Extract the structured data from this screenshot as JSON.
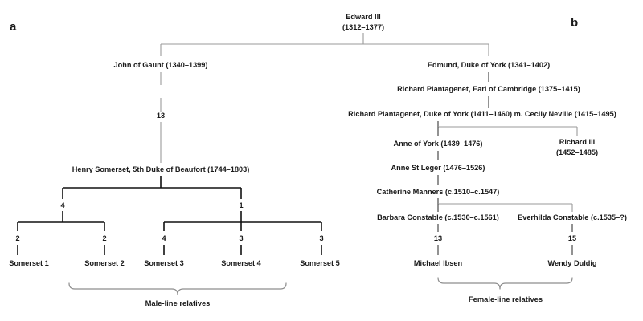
{
  "figure": {
    "panels": [
      {
        "letter": "a",
        "caption": "Male-line relatives"
      },
      {
        "letter": "b",
        "caption": "Female-line relatives"
      }
    ],
    "root": {
      "name": "Edward III",
      "dates": "(1312–1377)"
    },
    "male_line": {
      "nodes": [
        {
          "id": "john-of-gaunt",
          "label": "John of Gaunt (1340–1399)"
        },
        {
          "id": "henry-somerset",
          "label": "Henry Somerset, 5th Duke of Beaufort (1744–1803)"
        }
      ],
      "generation_counts": [
        {
          "id": "gaunt-to-beaufort",
          "value": "13"
        },
        {
          "id": "beaufort-branch-left",
          "value": "4"
        },
        {
          "id": "beaufort-branch-right",
          "value": "1"
        },
        {
          "id": "somerset-1-count",
          "value": "2"
        },
        {
          "id": "somerset-2-count",
          "value": "2"
        },
        {
          "id": "somerset-3-count",
          "value": "4"
        },
        {
          "id": "somerset-4-count",
          "value": "3"
        },
        {
          "id": "somerset-5-count",
          "value": "3"
        }
      ],
      "leaves": [
        {
          "id": "somerset-1",
          "label": "Somerset 1"
        },
        {
          "id": "somerset-2",
          "label": "Somerset 2"
        },
        {
          "id": "somerset-3",
          "label": "Somerset 3"
        },
        {
          "id": "somerset-4",
          "label": "Somerset 4"
        },
        {
          "id": "somerset-5",
          "label": "Somerset 5"
        }
      ]
    },
    "female_line": {
      "nodes": [
        {
          "id": "edmund-york",
          "label": "Edmund, Duke of York (1341–1402)"
        },
        {
          "id": "richard-cambridge",
          "label": "Richard Plantagenet, Earl of Cambridge (1375–1415)"
        },
        {
          "id": "richard-york",
          "label": "Richard Plantagenet, Duke of York (1411–1460) m. Cecily Neville (1415–1495)"
        },
        {
          "id": "anne-of-york",
          "label": "Anne of York (1439–1476)"
        },
        {
          "id": "anne-st-leger",
          "label": "Anne St Leger (1476–1526)"
        },
        {
          "id": "catherine-manners",
          "label": "Catherine Manners (c.1510–c.1547)"
        },
        {
          "id": "barbara-constable",
          "label": "Barbara Constable (c.1530–c.1561)"
        },
        {
          "id": "everhilda-constable",
          "label": "Everhilda Constable (c.1535–?)"
        }
      ],
      "richard_iii": {
        "name": "Richard III",
        "dates": "(1452–1485)"
      },
      "generation_counts": [
        {
          "id": "barbara-to-ibsen",
          "value": "13"
        },
        {
          "id": "everhilda-to-duldig",
          "value": "15"
        }
      ],
      "leaves": [
        {
          "id": "michael-ibsen",
          "label": "Michael Ibsen"
        },
        {
          "id": "wendy-duldig",
          "label": "Wendy Duldig"
        }
      ]
    },
    "colors": {
      "background": "#ffffff",
      "text": "#1a1a1a",
      "edge_dark": "#111111",
      "edge_mid": "#3a3a3a",
      "edge_light": "#9a9a9a",
      "brace": "#8d8d8d"
    }
  }
}
